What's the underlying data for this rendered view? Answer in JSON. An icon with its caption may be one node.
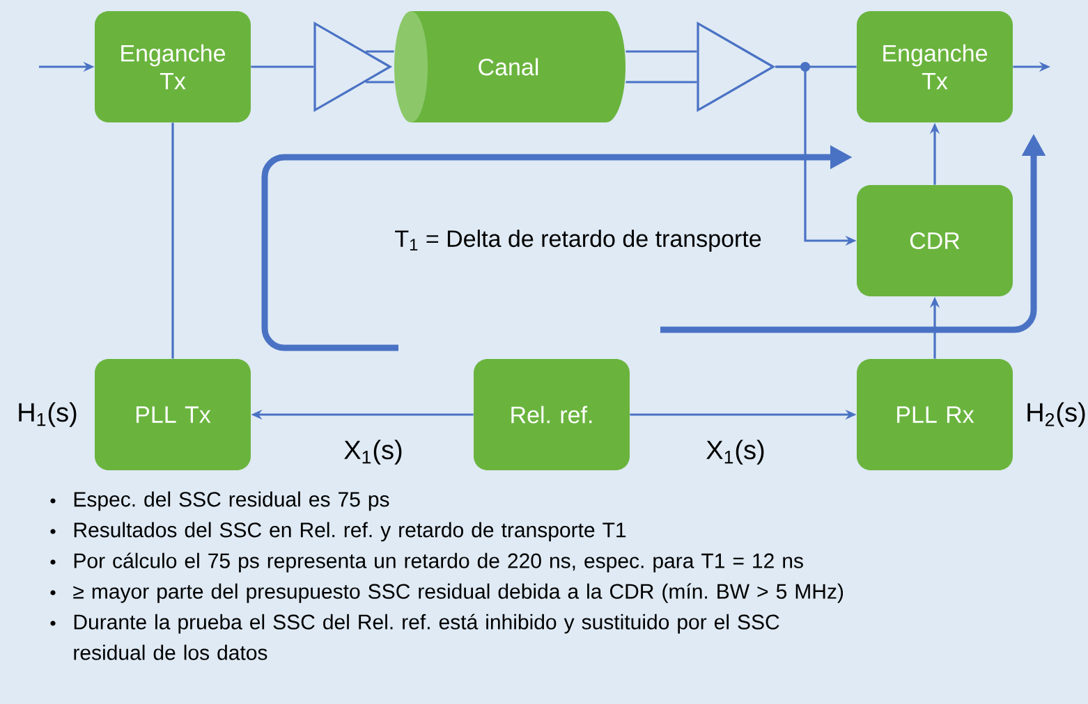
{
  "diagram": {
    "nodes": [
      {
        "text": [
          "Enganche Tx"
        ]
      },
      {
        "text": [],
        "shape": "triangle"
      },
      {
        "text": [
          "Canal"
        ]
      },
      {
        "text": [],
        "shape": "triangle"
      },
      {
        "text": [
          "Enganche Tx"
        ]
      },
      {
        "text": [
          "CDR"
        ]
      },
      {
        "text": [
          "PLL Tx"
        ],
        "beside": [
          "H$_{1}$(s)"
        ]
      },
      {
        "text": [
          "Rel. ref."
        ]
      },
      {
        "text": [
          "PLL Rx"
        ],
        "beside": [
          "H$_{2}$(s)"
        ]
      }
    ],
    "edges": [
      {
        "from": null,
        "to": 0,
        "arrow": "to"
      },
      {
        "from": 0,
        "to": 1,
        "arrow": "none"
      },
      {
        "from": 1,
        "to": 2,
        "arrow": "none"
      },
      {
        "from": 2,
        "to": 3,
        "arrow": "none"
      },
      {
        "from": 3,
        "to": 4,
        "arrow": "none"
      },
      {
        "from": 3,
        "to": 5,
        "arrow": "to"
      },
      {
        "from": 4,
        "to": null,
        "arrow": "to"
      },
      {
        "from": 5,
        "to": 4,
        "arrow": "to"
      },
      {
        "from": 0,
        "to": 6,
        "arrow": "none"
      },
      {
        "from": 7,
        "to": 6,
        "arrow": "to",
        "label": "X$_{1}$(s)"
      },
      {
        "from": 7,
        "to": 8,
        "arrow": "to",
        "label": "X$_{1}$(s)"
      },
      {
        "from": 8,
        "to": 5,
        "arrow": "to"
      }
    ],
    "labels": [
      "T$_{1}$ = Delta de retardo de transporte",
      "Espec. del SSC residual es 75 ps",
      "Resultados del SSC en Rel. ref. y retardo de transporte T1",
      "Por cálculo el 75 ps representa un retardo de 220 ns, espec. para T1 = 12 ns",
      "≥ mayor parte del presupuesto SSC residual  debida a la CDR (mín. BW > 5 MHz)",
      "Durante la prueba el SSC del Rel. ref. está inhibido y sustituido por el SSC residual de los datos"
    ]
  }
}
